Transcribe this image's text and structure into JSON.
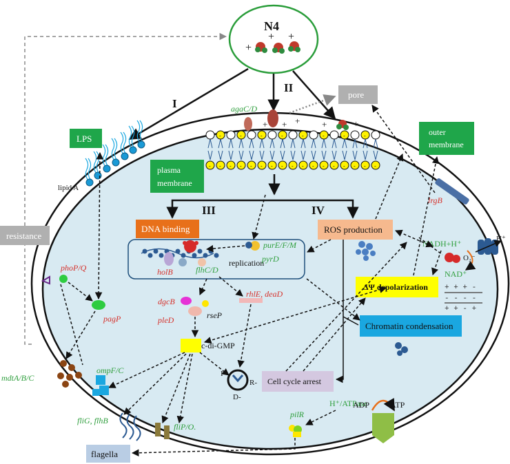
{
  "phage": {
    "title": "N4",
    "charges": [
      "+",
      "+",
      "+"
    ]
  },
  "pathways": {
    "I": "I",
    "II": "II",
    "III": "III",
    "IV": "IV"
  },
  "boxes": {
    "pore": "pore",
    "lps": "LPS",
    "outer_membrane": "outer membrane",
    "plasma_membrane": "plasma membrane",
    "resistance": "resistance",
    "dna_binding": "DNA binding",
    "ros_production": "ROS production",
    "depolarization": "ΔΨ depolarization",
    "chromatin": "Chromatin condensation",
    "cell_cycle": "Cell cycle arrest",
    "flagella": "flagella",
    "c_di_gmp": "c-di-GMP"
  },
  "genes": {
    "agaCD": "agaC/D",
    "lrgB": "lrgB",
    "purEFM": "purE/F/M",
    "pyrD": "pyrD",
    "holB": "holB",
    "flhCD": "flhC/D",
    "phoPQ": "phoP/Q",
    "pagP": "pagP",
    "dgcB": "dgcB",
    "rseP": "rseP",
    "pleD": "pleD",
    "rhlE_deaD": "rhlE, deaD",
    "mdtABC": "mdtA/B/C",
    "ompFC": "ompF/C",
    "fliG_flhB": "fliG, flhB",
    "fliPO": "fliP/O.",
    "pilR": "pilR"
  },
  "labels": {
    "lipid_a": "lipid A",
    "replication": "replication",
    "nadh": "NADH+H⁺",
    "o2": "O₂⁻",
    "nad": "NAD⁺",
    "hplus": "H⁺",
    "atpase": "H⁺/ATPase",
    "adp": "ADP",
    "atp": "ATP",
    "cycle_i": "I-",
    "cycle_r": "R-",
    "cycle_d": "D-"
  },
  "colors": {
    "green_box": "#1fa64a",
    "orange_box": "#e8701a",
    "peach_box": "#f6b98e",
    "yellow_box": "#ffff00",
    "cyan_box": "#1aa7e0",
    "lavender_box": "#d4c8e0",
    "gray_box": "#b0b0b0",
    "flagella_box": "#b9cde4",
    "cell_fill": "#d8eaf2"
  }
}
